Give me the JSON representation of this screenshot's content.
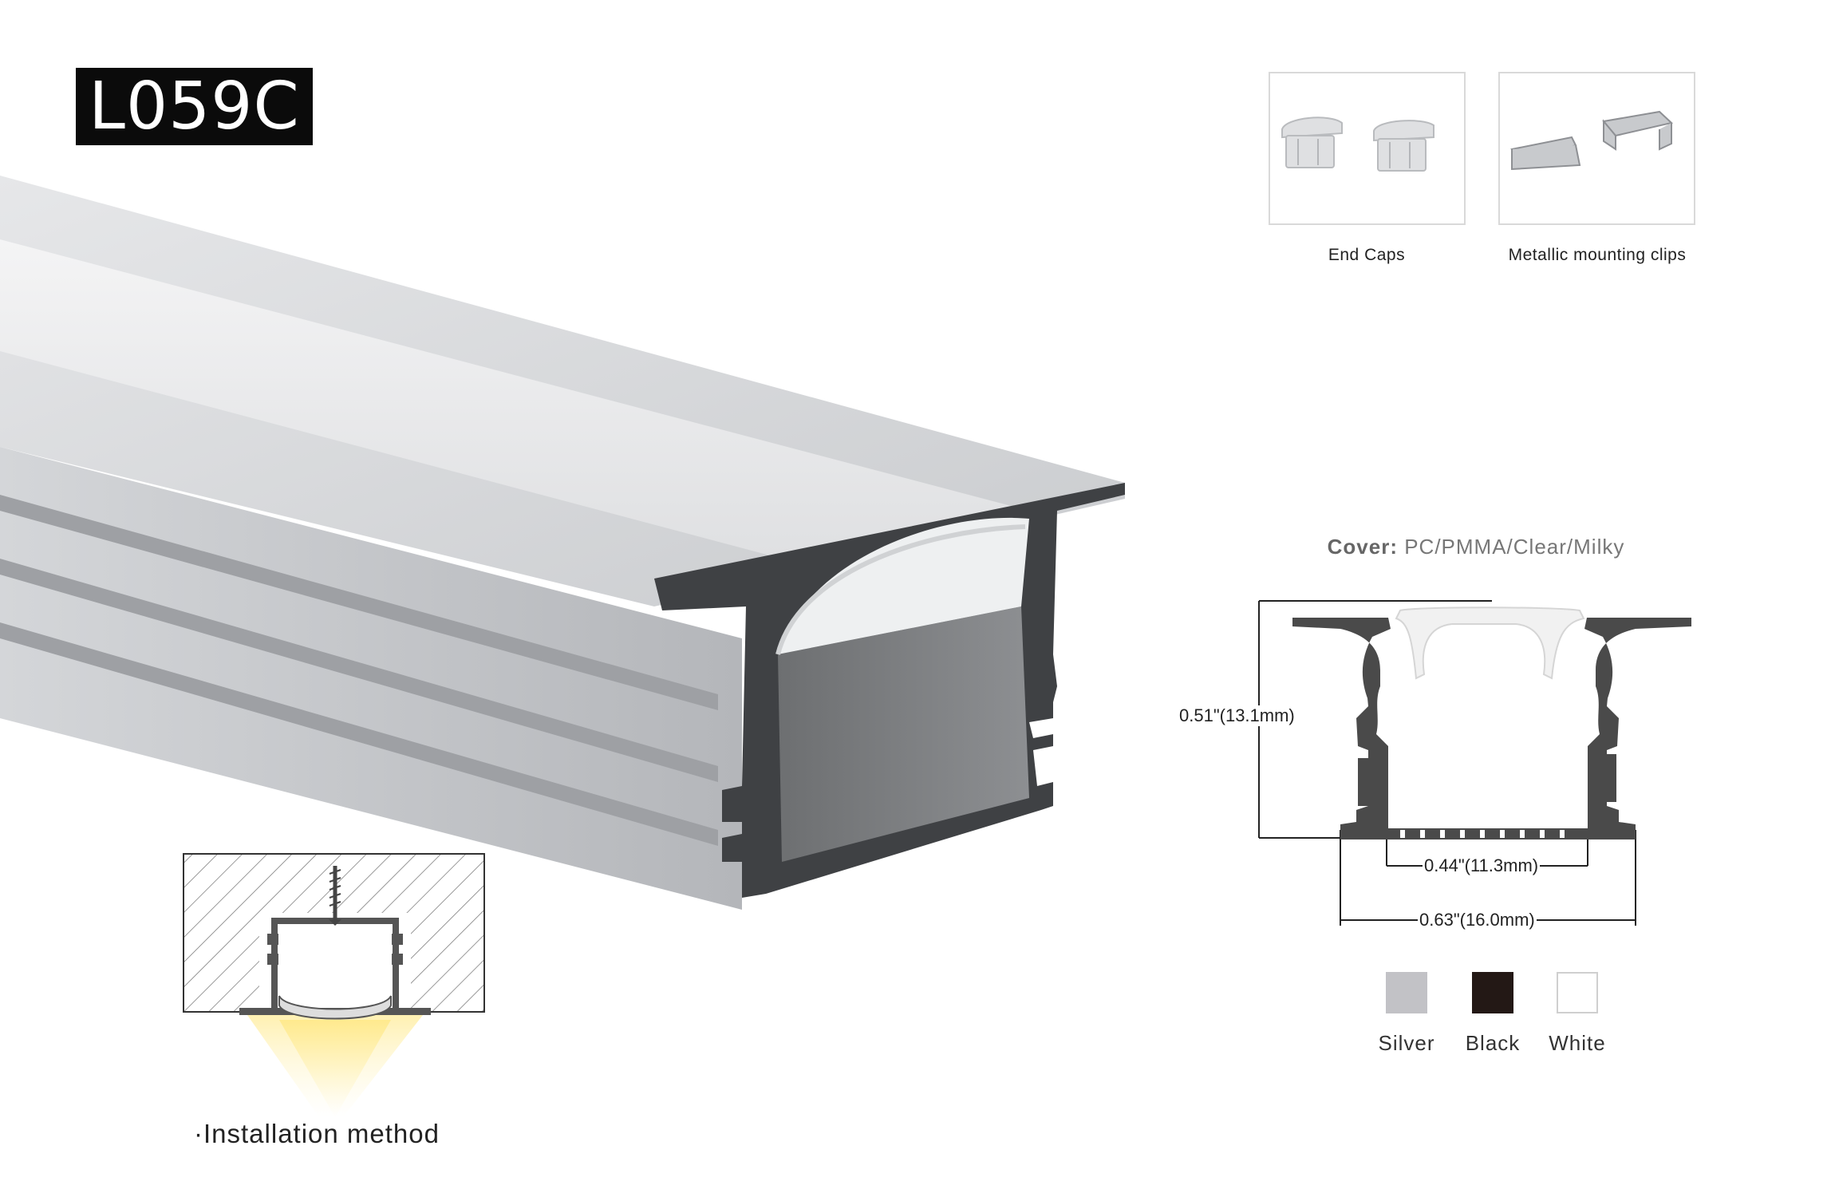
{
  "model": "L059C",
  "accessories": [
    {
      "label": "End Caps",
      "icon": "end-caps-image"
    },
    {
      "label": "Metallic mounting clips",
      "icon": "mounting-clips-image"
    }
  ],
  "cover": {
    "title": "Cover:",
    "value": "PC/PMMA/Clear/Milky"
  },
  "dimensions": {
    "height": "0.51\"(13.1mm)",
    "inner_width": "0.44\"(11.3mm)",
    "outer_width": "0.63\"(16.0mm)"
  },
  "colors": [
    {
      "label": "Silver",
      "hex": "#c2c2c6"
    },
    {
      "label": "Black",
      "hex": "#231815"
    },
    {
      "label": "White",
      "hex": "#ffffff"
    }
  ],
  "installation": {
    "label": "·Installation method"
  }
}
